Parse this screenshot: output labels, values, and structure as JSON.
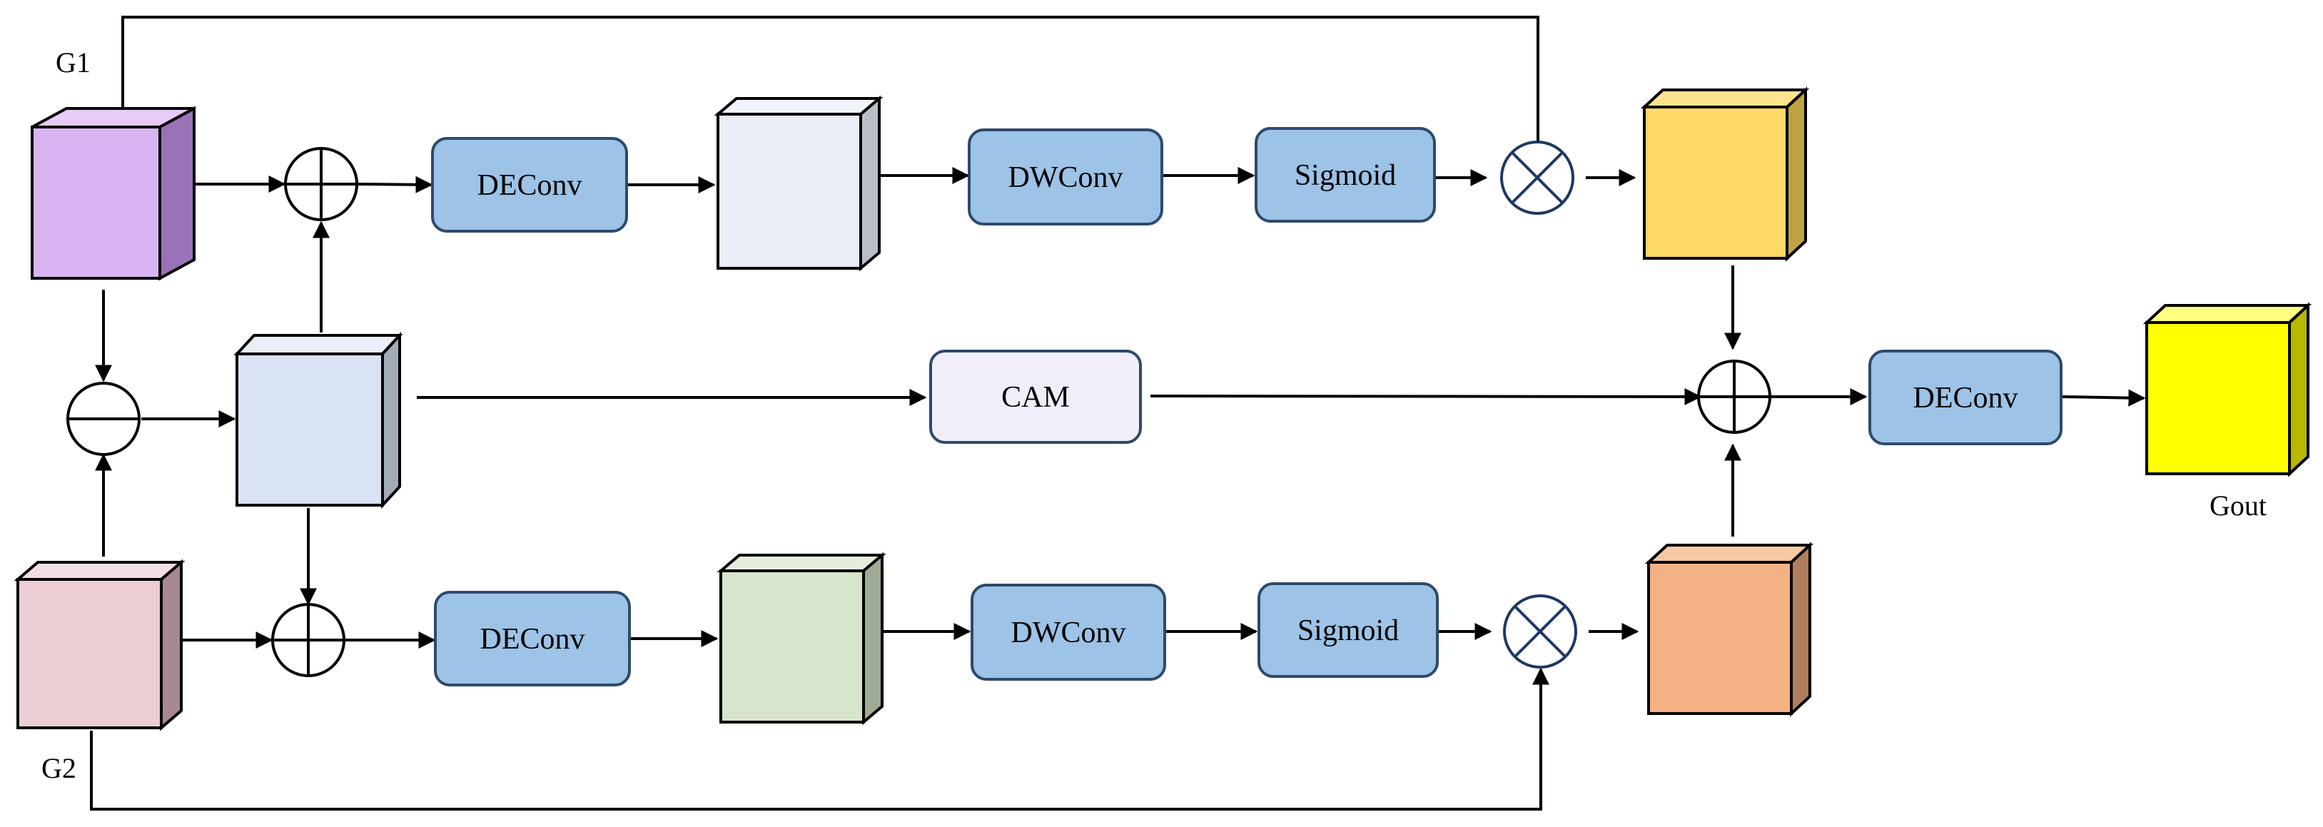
{
  "labels": {
    "g1": "G1",
    "g2": "G2",
    "gout": "Gout"
  },
  "ops": {
    "top_deconv": "DEConv",
    "top_dwconv": "DWConv",
    "top_sigmoid": "Sigmoid",
    "cam": "CAM",
    "out_deconv": "DEConv",
    "bot_deconv": "DEConv",
    "bot_dwconv": "DWConv",
    "bot_sigmoid": "Sigmoid"
  },
  "colors": {
    "g1_block": "#d8b4f2",
    "g2_block": "#ebcdd3",
    "diff_block": "#dae3f3",
    "top_feature_block": "#e8edf6",
    "bot_feature_block": "#d6e5cc",
    "top_out_block": "#ffd966",
    "bot_out_block": "#f4b183",
    "gout_block": "#ffff00",
    "op_fill": "#9dc3e6",
    "cam_fill": "#f1eefa"
  }
}
